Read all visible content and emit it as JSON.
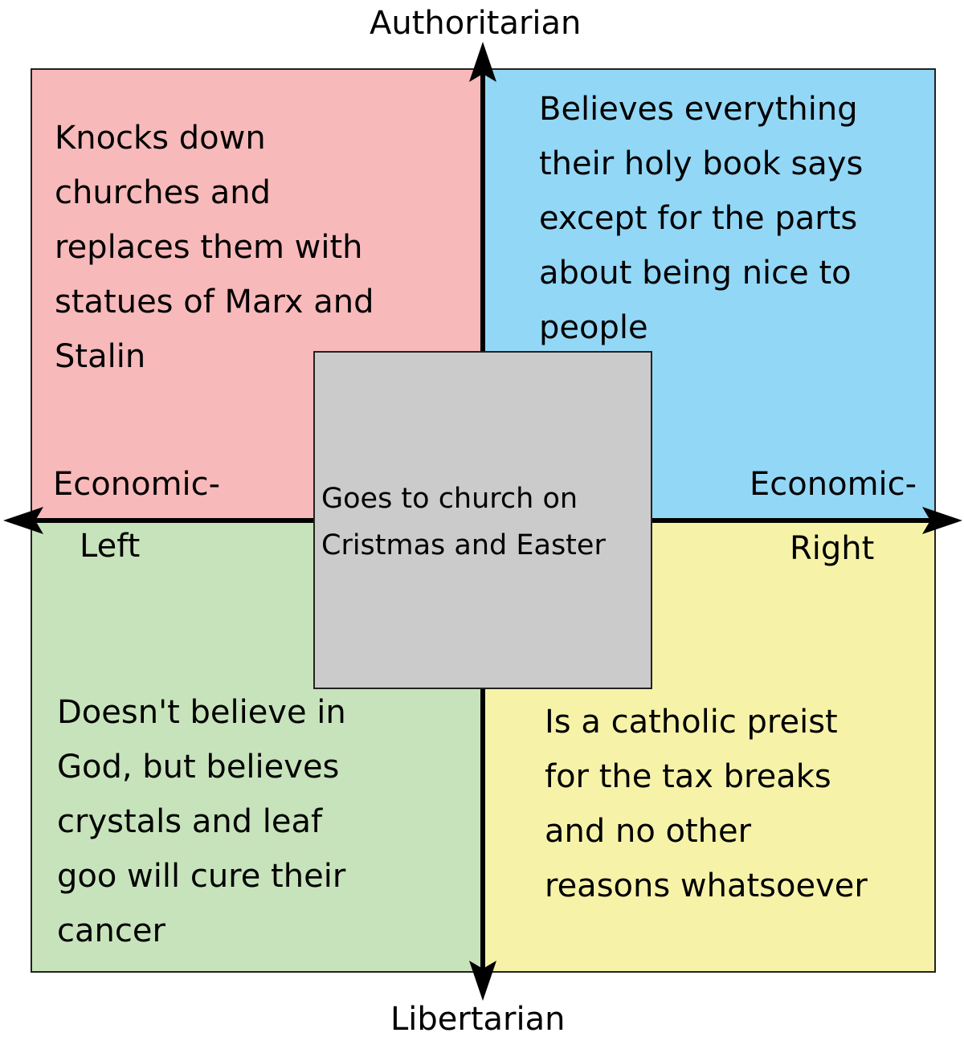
{
  "axes": {
    "top": "Authoritarian",
    "bottom": "Libertarian",
    "left_line1": "Economic-",
    "left_line2": "Left",
    "right_line1": "Economic-",
    "right_line2": "Right"
  },
  "quadrants": {
    "auth_left": {
      "color": "#f8b9ba",
      "lines": [
        "Knocks down",
        "churches and",
        "replaces them with",
        "statues of Marx and",
        "Stalin"
      ]
    },
    "auth_right": {
      "color": "#93d7f6",
      "lines": [
        "Believes everything",
        "their holy book says",
        "except for the parts",
        "about being nice to",
        "people"
      ]
    },
    "lib_left": {
      "color": "#c7e3bb",
      "lines": [
        "Doesn't believe in",
        "God, but believes",
        "crystals and leaf",
        "goo will cure their",
        "cancer"
      ]
    },
    "lib_right": {
      "color": "#f6f3a9",
      "lines": [
        "Is a catholic preist",
        "for the tax breaks",
        "and no other",
        "reasons whatsoever"
      ]
    }
  },
  "center": {
    "color": "#cbcbcb",
    "lines": [
      "Goes to church on",
      "Cristmas and Easter"
    ]
  }
}
